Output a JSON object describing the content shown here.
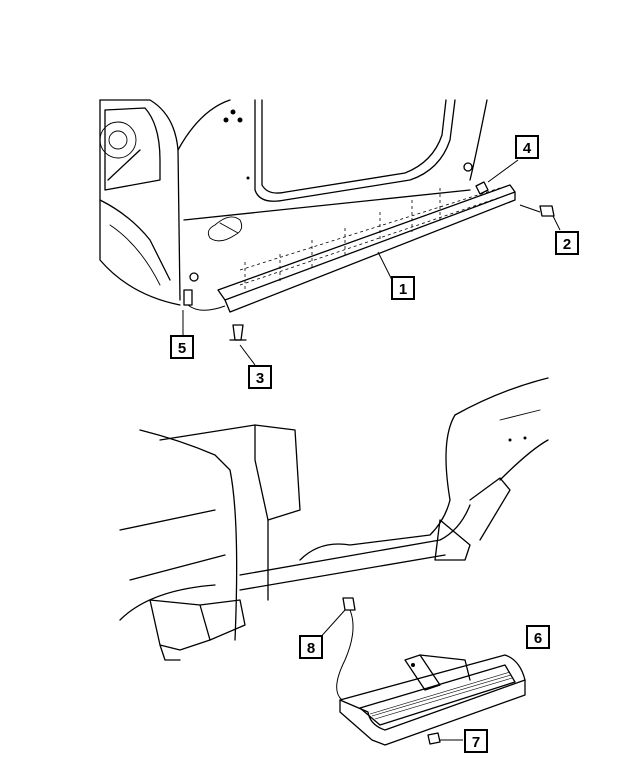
{
  "colors": {
    "line": "#000000",
    "background": "#ffffff",
    "callout_fill": "#ffffff"
  },
  "callouts": [
    {
      "id": "1",
      "label": "1"
    },
    {
      "id": "2",
      "label": "2"
    },
    {
      "id": "3",
      "label": "3"
    },
    {
      "id": "4",
      "label": "4"
    },
    {
      "id": "5",
      "label": "5"
    },
    {
      "id": "6",
      "label": "6"
    },
    {
      "id": "7",
      "label": "7"
    },
    {
      "id": "8",
      "label": "8"
    }
  ]
}
